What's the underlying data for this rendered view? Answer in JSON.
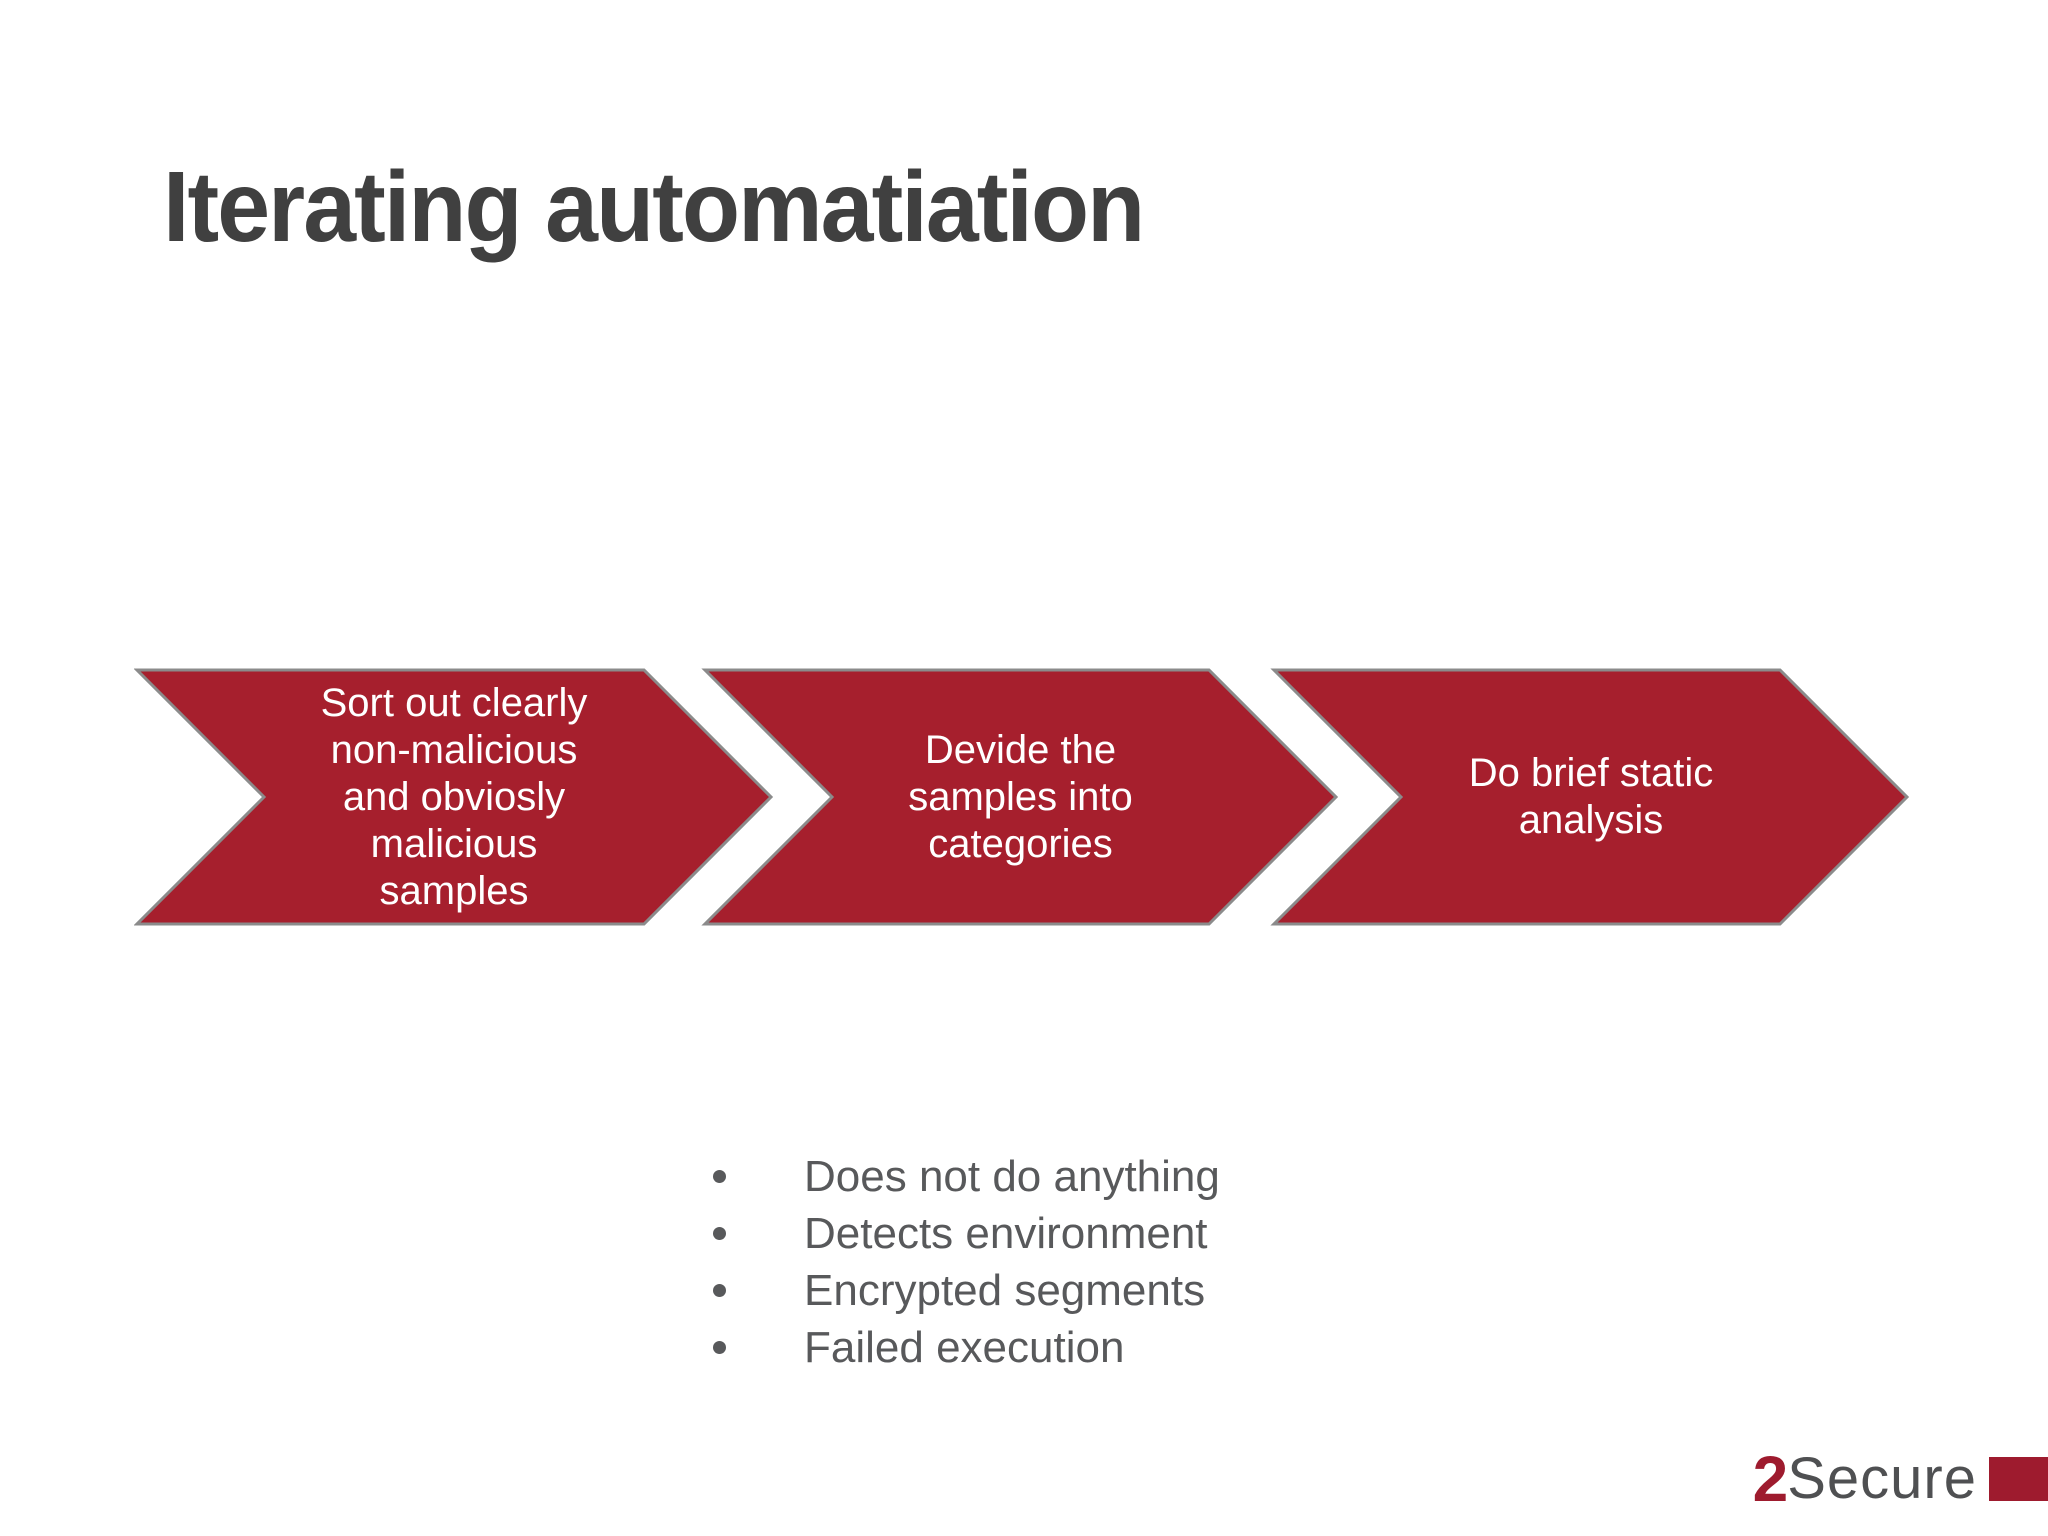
{
  "slide": {
    "title": "Iterating automatiation",
    "process_arrows": [
      {
        "text": "Sort out clearly\nnon-malicious\nand obviosly\nmalicious\nsamples"
      },
      {
        "text": "Devide the\nsamples into\ncategories"
      },
      {
        "text": "Do brief static\nanalysis"
      }
    ],
    "bullets": [
      "Does not do anything",
      "Detects environment",
      "Encrypted segments",
      "Failed execution"
    ],
    "logo": {
      "prefix": "2",
      "name": "Secure"
    },
    "colors": {
      "arrow_red": "#A61F2D",
      "arrow_border": "#8B8B8B",
      "title_gray": "#404040",
      "bullet_gray": "#58595B",
      "logo_red": "#9E1B2E",
      "logo_gray": "#4F5052"
    }
  }
}
